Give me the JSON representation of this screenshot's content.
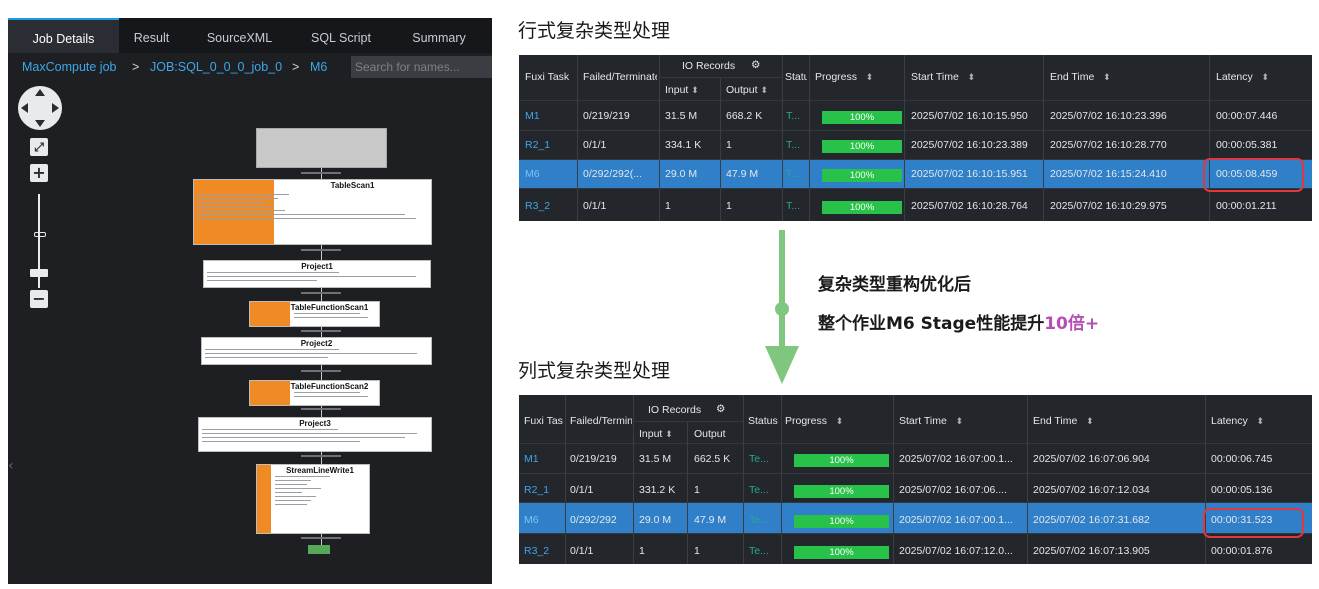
{
  "job_panel": {
    "tabs": [
      "Job Details",
      "Result",
      "SourceXML",
      "SQL Script",
      "Summary"
    ],
    "breadcrumb": [
      "MaxCompute job",
      ">",
      "JOB:SQL_0_0_0_job_0",
      ">",
      "M6"
    ],
    "search_placeholder": "Search for names...",
    "dag_nodes": [
      {
        "name": "TableScan1"
      },
      {
        "name": "Project1"
      },
      {
        "name": "TableFunctionScan1"
      },
      {
        "name": "Project2"
      },
      {
        "name": "TableFunctionScan2"
      },
      {
        "name": "Project3"
      },
      {
        "name": "StreamLineWrite1"
      }
    ],
    "zoom_icons": [
      "pan-control-icon",
      "fit-screen-icon",
      "zoom-in-icon",
      "zoom-out-icon"
    ]
  },
  "top_section": {
    "heading": "行式复杂类型处理",
    "table": {
      "io_group_label": "IO Records",
      "headers": [
        "Fuxi Task",
        "Failed/Terminated/ALL",
        "Input",
        "Output",
        "Status",
        "Progress",
        "Start Time",
        "End Time",
        "Latency"
      ],
      "rows": [
        {
          "task": "M1",
          "failed": "0/219/219",
          "input": "31.5 M",
          "output": "668.2 K",
          "status": "T...",
          "progress": "100%",
          "start": "2025/07/02 16:10:15.950",
          "end": "2025/07/02 16:10:23.396",
          "latency": "00:00:07.446"
        },
        {
          "task": "R2_1",
          "failed": "0/1/1",
          "input": "334.1 K",
          "output": "1",
          "status": "T...",
          "progress": "100%",
          "start": "2025/07/02 16:10:23.389",
          "end": "2025/07/02 16:10:28.770",
          "latency": "00:00:05.381"
        },
        {
          "task": "M6",
          "failed": "0/292/292(...",
          "input": "29.0 M",
          "output": "47.9 M",
          "status": "T...",
          "progress": "100%",
          "start": "2025/07/02 16:10:15.951",
          "end": "2025/07/02 16:15:24.410",
          "latency": "00:05:08.459"
        },
        {
          "task": "R3_2",
          "failed": "0/1/1",
          "input": "1",
          "output": "1",
          "status": "T...",
          "progress": "100%",
          "start": "2025/07/02 16:10:28.764",
          "end": "2025/07/02 16:10:29.975",
          "latency": "00:00:01.211"
        }
      ],
      "selected_row": 2
    }
  },
  "callout": {
    "line1": "复杂类型重构优化后",
    "line2_prefix": "整个作业M6 Stage性能提升",
    "line2_highlight": "10倍+",
    "arrow_color": "#7fc67f",
    "highlight_color": "#b54fb3"
  },
  "bottom_section": {
    "heading": "列式复杂类型处理",
    "table": {
      "io_group_label": "IO Records",
      "headers": [
        "Fuxi Tas",
        "Failed/Terminated/ALL",
        "Input",
        "Output",
        "Status",
        "Progress",
        "Start Time",
        "End Time",
        "Latency"
      ],
      "rows": [
        {
          "task": "M1",
          "failed": "0/219/219",
          "input": "31.5 M",
          "output": "662.5 K",
          "status": "Te...",
          "progress": "100%",
          "start": "2025/07/02 16:07:00.1...",
          "end": "2025/07/02 16:07:06.904",
          "latency": "00:00:06.745"
        },
        {
          "task": "R2_1",
          "failed": "0/1/1",
          "input": "331.2 K",
          "output": "1",
          "status": "Te...",
          "progress": "100%",
          "start": "2025/07/02 16:07:06....",
          "end": "2025/07/02 16:07:12.034",
          "latency": "00:00:05.136"
        },
        {
          "task": "M6",
          "failed": "0/292/292",
          "input": "29.0 M",
          "output": "47.9 M",
          "status": "Te...",
          "progress": "100%",
          "start": "2025/07/02 16:07:00.1...",
          "end": "2025/07/02 16:07:31.682",
          "latency": "00:00:31.523"
        },
        {
          "task": "R3_2",
          "failed": "0/1/1",
          "input": "1",
          "output": "1",
          "status": "Te...",
          "progress": "100%",
          "start": "2025/07/02 16:07:12.0...",
          "end": "2025/07/02 16:07:13.905",
          "latency": "00:00:01.876"
        }
      ],
      "selected_row": 2
    }
  },
  "colors": {
    "panel_bg": "#1d1f23",
    "link_blue": "#3fa7e8",
    "selected_row": "#2f80c9",
    "progress_green": "#28c24a",
    "highlight_border": "#e0383e"
  }
}
